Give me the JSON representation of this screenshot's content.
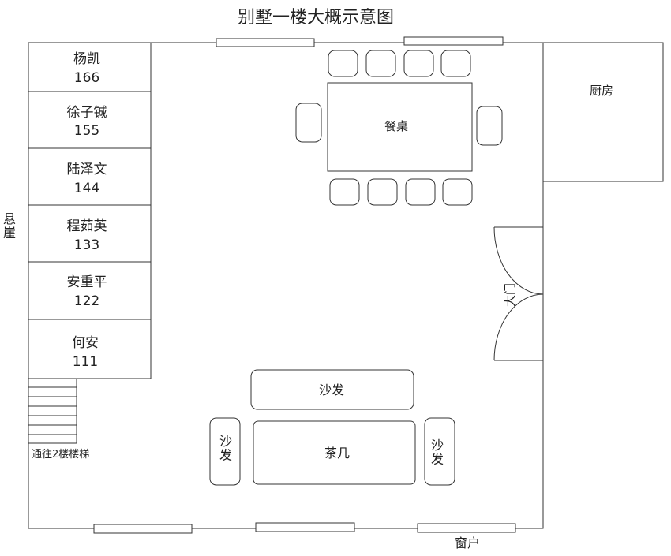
{
  "title": "别墅一楼大概示意图",
  "cliff": "悬崖",
  "stairs_label": "通往2楼楼梯",
  "window_label": "窗户",
  "kitchen": "厨房",
  "dining_table": "餐桌",
  "main_door": "大门",
  "sofa": "沙发",
  "tea_table": "茶几",
  "rooms": [
    {
      "name": "杨凯",
      "number": "166"
    },
    {
      "name": "徐子铖",
      "number": "155"
    },
    {
      "name": "陆泽文",
      "number": "144"
    },
    {
      "name": "程茹英",
      "number": "133"
    },
    {
      "name": "安重平",
      "number": "122"
    },
    {
      "name": "何安",
      "number": "111"
    }
  ]
}
